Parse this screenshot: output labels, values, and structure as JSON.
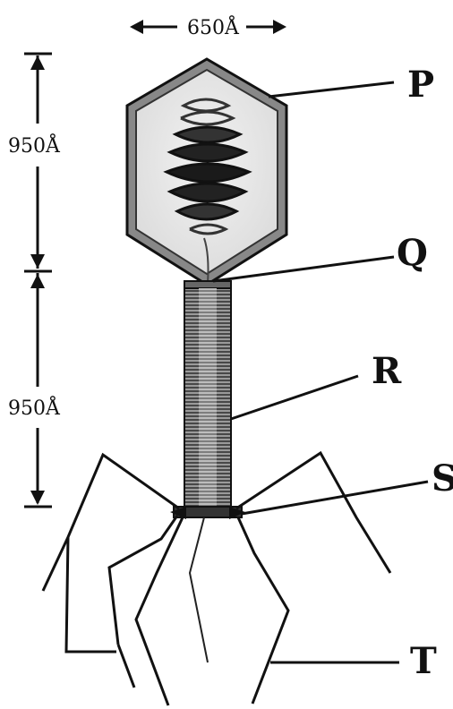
{
  "dimensions": {
    "head_width": "650Å",
    "head_height": "950Å",
    "tail_length": "950Å"
  },
  "labels": {
    "P": "P",
    "Q": "Q",
    "R": "R",
    "S": "S",
    "T": "T"
  }
}
